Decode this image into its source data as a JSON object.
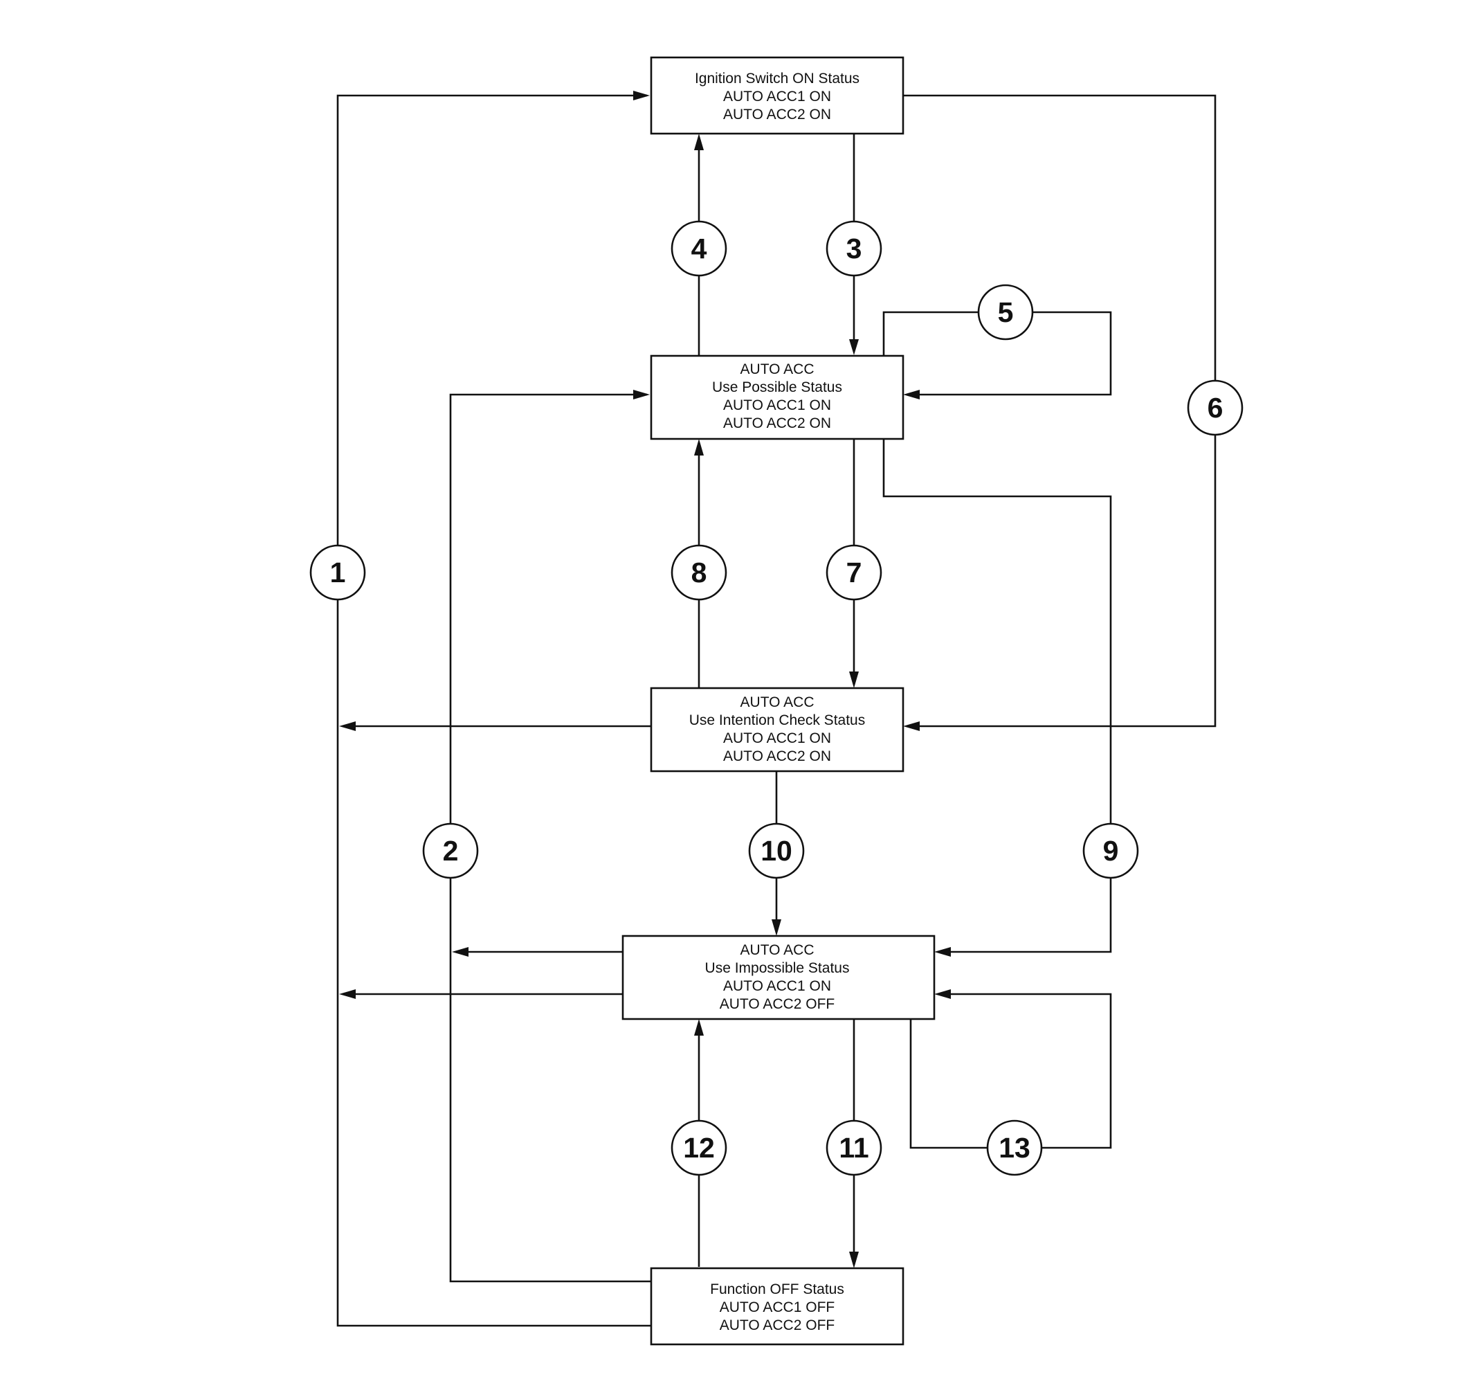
{
  "states": {
    "ignition_on": [
      "Ignition Switch ON Status",
      "AUTO ACC1 ON",
      "AUTO ACC2 ON"
    ],
    "use_possible": [
      "AUTO ACC",
      "Use Possible Status",
      "AUTO ACC1 ON",
      "AUTO ACC2 ON"
    ],
    "intention_check": [
      "AUTO ACC",
      "Use Intention Check Status",
      "AUTO ACC1 ON",
      "AUTO ACC2 ON"
    ],
    "use_impossible": [
      "AUTO ACC",
      "Use Impossible Status",
      "AUTO ACC1 ON",
      "AUTO ACC2 OFF"
    ],
    "function_off": [
      "Function OFF Status",
      "AUTO ACC1 OFF",
      "AUTO ACC2 OFF"
    ]
  },
  "transitions": {
    "t1": "1",
    "t2": "2",
    "t3": "3",
    "t4": "4",
    "t5": "5",
    "t6": "6",
    "t7": "7",
    "t8": "8",
    "t9": "9",
    "t10": "10",
    "t11": "11",
    "t12": "12",
    "t13": "13"
  }
}
